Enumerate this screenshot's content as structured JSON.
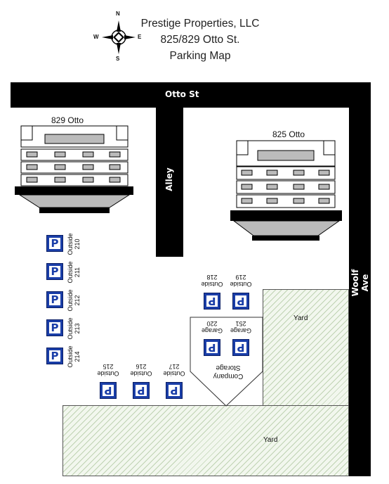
{
  "header": {
    "company": "Prestige Properties, LLC",
    "address": "825/829 Otto St.",
    "map_title": "Parking Map"
  },
  "compass": {
    "n": "N",
    "s": "S",
    "e": "E",
    "w": "W"
  },
  "streets": {
    "otto": "Otto St",
    "alley": "Alley",
    "woolf": "Woolf Ave"
  },
  "buildings": {
    "b829": "829 Otto",
    "b825": "825 Otto"
  },
  "yards": {
    "small": "Yard",
    "large": "Yard"
  },
  "storage": {
    "line1": "Company",
    "line2": "Storage"
  },
  "parking": {
    "sign_glyph": "P",
    "left_column": [
      {
        "line1": "Outside",
        "line2": "210"
      },
      {
        "line1": "Outside",
        "line2": "211"
      },
      {
        "line1": "Outside",
        "line2": "212"
      },
      {
        "line1": "Outside",
        "line2": "213"
      },
      {
        "line1": "Outside",
        "line2": "214"
      }
    ],
    "bottom_row": [
      {
        "line1": "Outside",
        "line2": "215"
      },
      {
        "line1": "Outside",
        "line2": "216"
      },
      {
        "line1": "Outside",
        "line2": "217"
      }
    ],
    "right_outside": [
      {
        "line1": "Outside",
        "line2": "218"
      },
      {
        "line1": "Outside",
        "line2": "219"
      }
    ],
    "garage": [
      {
        "line1": "Garage",
        "line2": "220"
      },
      {
        "line1": "Garage",
        "line2": "251"
      }
    ]
  },
  "colors": {
    "road": "#000000",
    "sign": "#1a3ea8",
    "yard_hatch": "#96b482"
  }
}
